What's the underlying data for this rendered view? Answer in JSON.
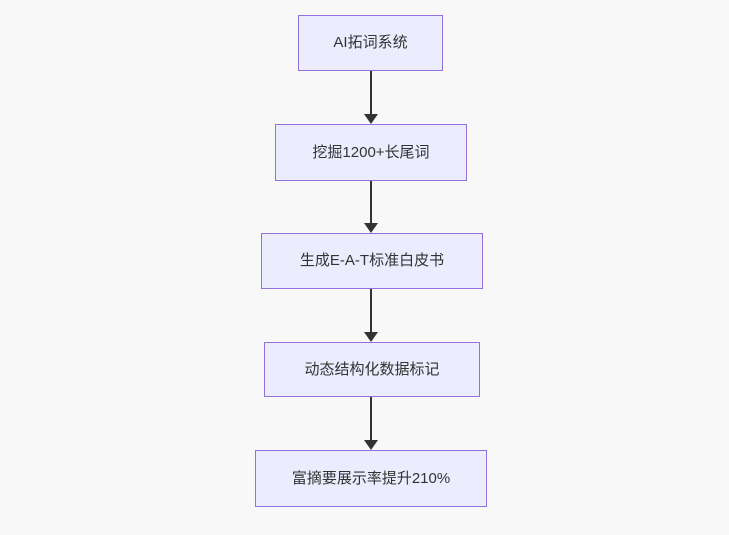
{
  "diagram": {
    "type": "flowchart",
    "direction": "top-down",
    "nodes": [
      {
        "id": "step-1",
        "label": "AI拓词系统"
      },
      {
        "id": "step-2",
        "label": "挖掘1200+长尾词"
      },
      {
        "id": "step-3",
        "label": "生成E-A-T标准白皮书"
      },
      {
        "id": "step-4",
        "label": "动态结构化数据标记"
      },
      {
        "id": "step-5",
        "label": "富摘要展示率提升210%"
      }
    ],
    "edges": [
      {
        "from": "step-1",
        "to": "step-2"
      },
      {
        "from": "step-2",
        "to": "step-3"
      },
      {
        "from": "step-3",
        "to": "step-4"
      },
      {
        "from": "step-4",
        "to": "step-5"
      }
    ],
    "colors": {
      "node_fill": "#ECECFF",
      "node_border": "#9370DB",
      "text": "#333333",
      "arrow": "#333333",
      "background": "#f8f8f8"
    }
  }
}
